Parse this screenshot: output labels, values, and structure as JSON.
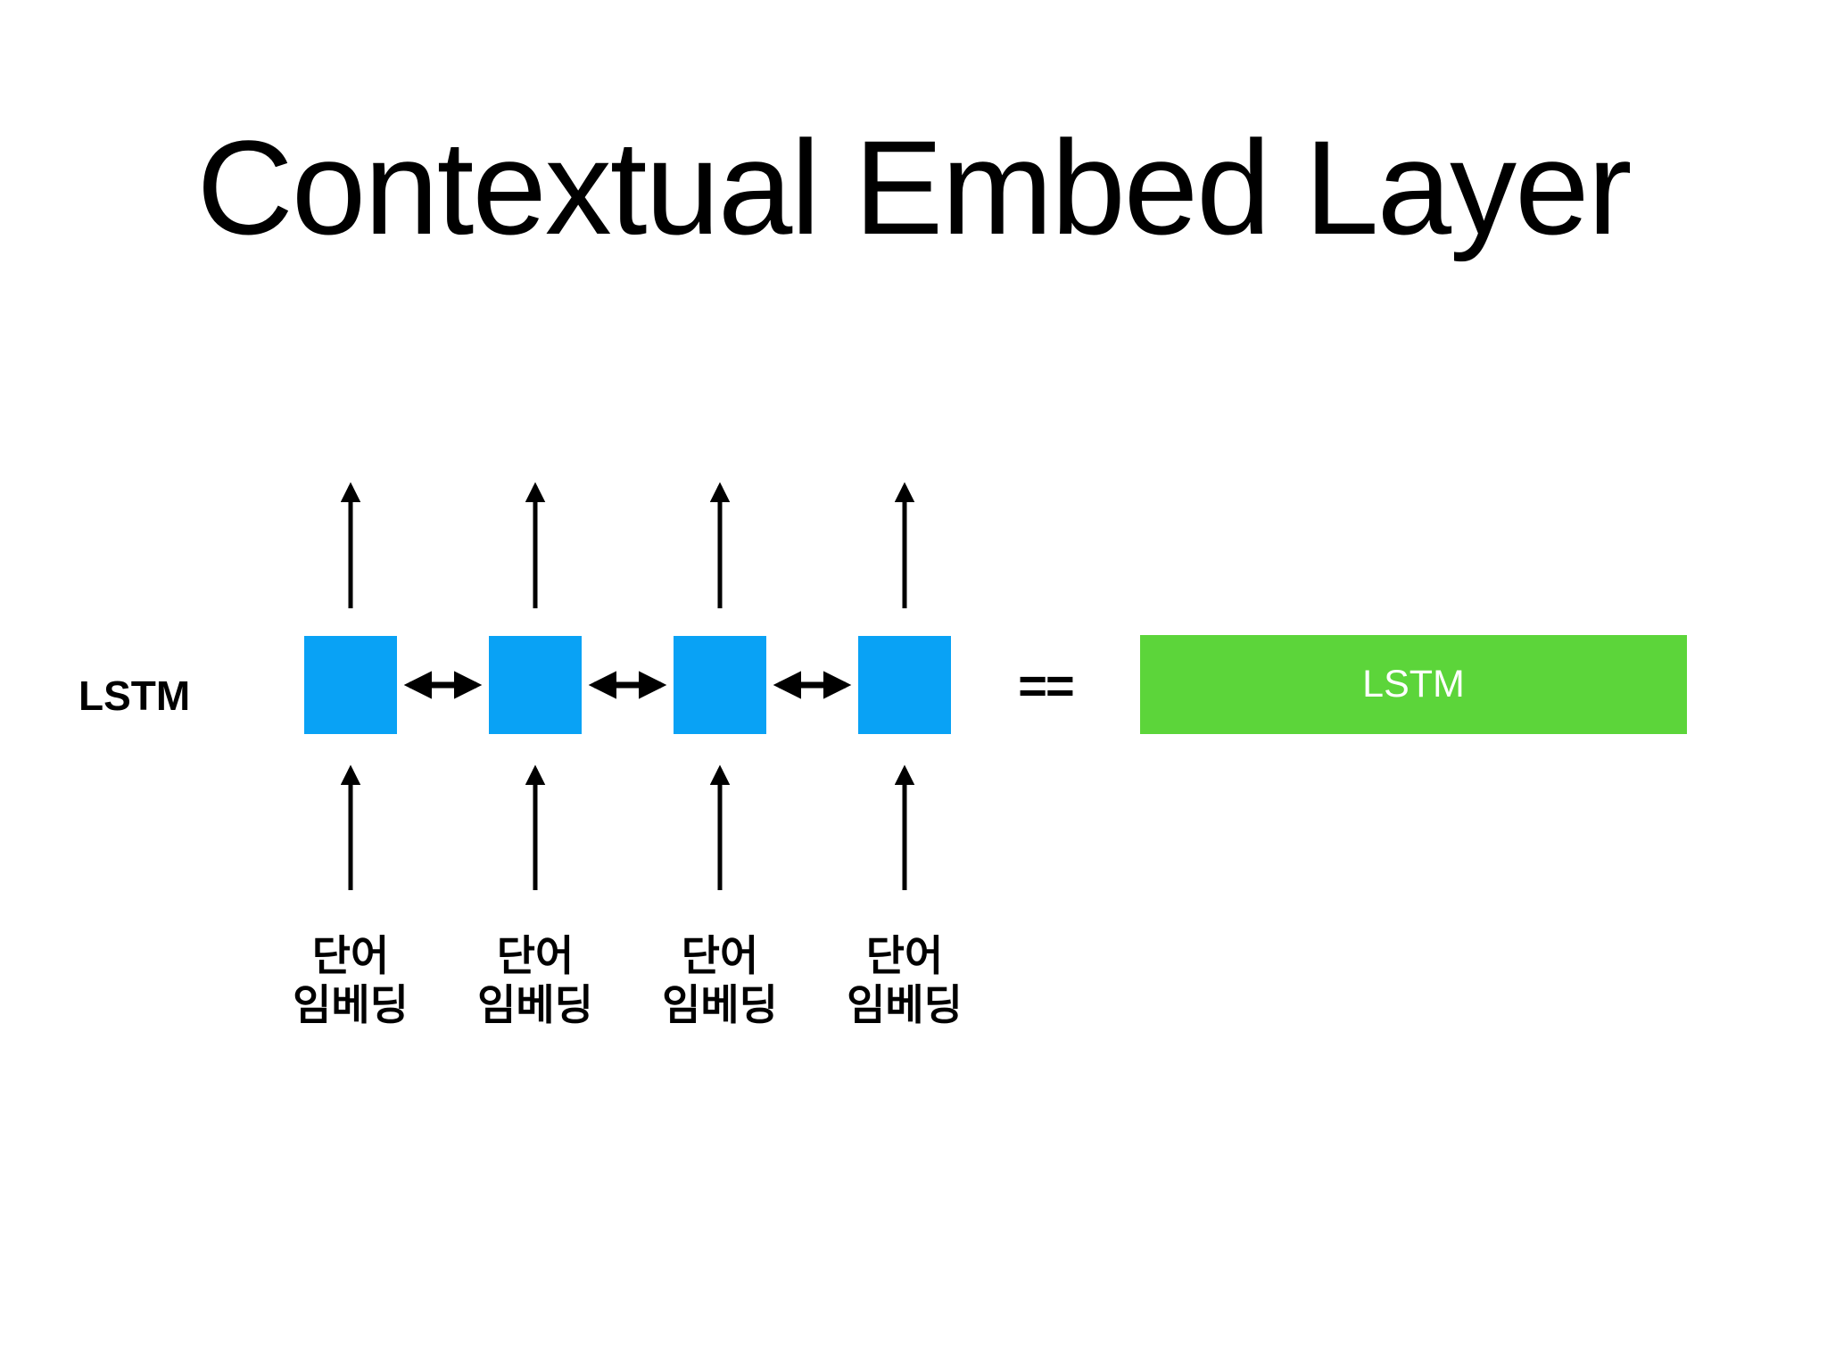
{
  "title": "Contextual Embed Layer",
  "diagram": {
    "left_label": "LSTM",
    "equals_sign": "==",
    "green_box": {
      "label": "LSTM"
    },
    "word_embeddings": [
      {
        "line1": "단어",
        "line2": "임베딩"
      },
      {
        "line1": "단어",
        "line2": "임베딩"
      },
      {
        "line1": "단어",
        "line2": "임베딩"
      },
      {
        "line1": "단어",
        "line2": "임베딩"
      }
    ]
  },
  "colors": {
    "cell_blue": "#09A2F5",
    "lstm_green": "#5CD53A",
    "arrow_black": "#000000",
    "green_box_text": "#FFFFFF"
  }
}
